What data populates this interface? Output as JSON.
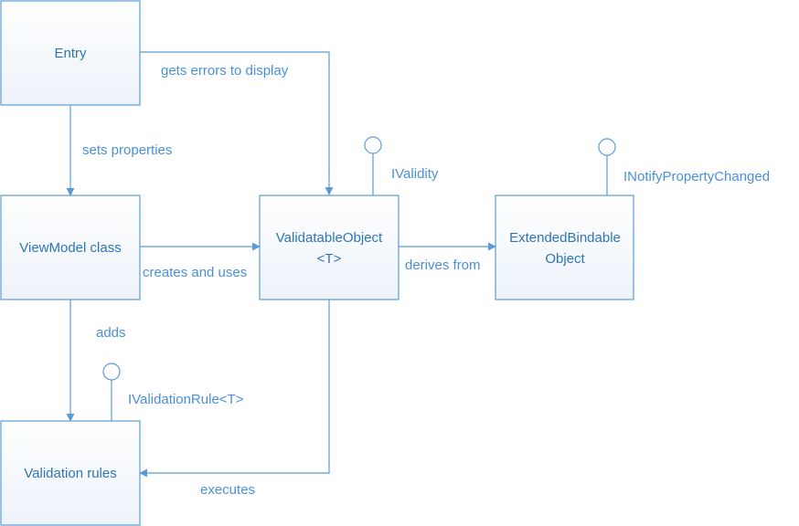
{
  "nodes": {
    "entry": {
      "label": "Entry"
    },
    "viewmodel": {
      "label": "ViewModel class"
    },
    "validatable": {
      "label_line1": "ValidatableObject",
      "label_line2": "<T>"
    },
    "extended": {
      "label_line1": "ExtendedBindable",
      "label_line2": "Object"
    },
    "rules": {
      "label": "Validation rules"
    }
  },
  "edges": {
    "sets_properties": "sets properties",
    "gets_errors": "gets errors to display",
    "creates_and_uses": "creates and uses",
    "derives_from": "derives from",
    "adds": "adds",
    "executes": "executes"
  },
  "interfaces": {
    "ivalidity": "IValidity",
    "inotify": "INotifyPropertyChanged",
    "ivalidationrule": "IValidationRule<T>"
  },
  "colors": {
    "accent": "#5b9bd5",
    "text": "#2e75b6"
  }
}
